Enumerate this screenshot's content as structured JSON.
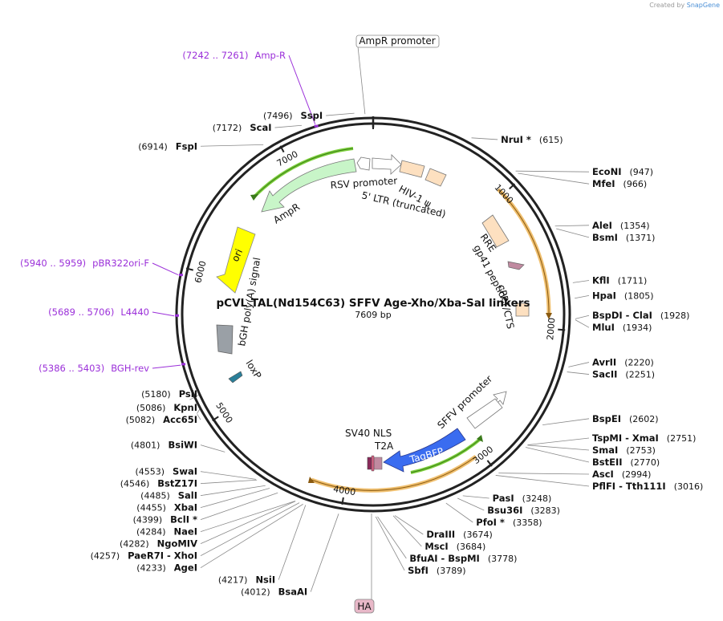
{
  "watermark": {
    "created_by": "Created by",
    "brand": "SnapGene"
  },
  "plasmid": {
    "name": "pCVL TAL(Nd154C63) SFFV Age-Xho/Xba-Sal linkers",
    "length": "7609 bp",
    "length_value": 7609
  },
  "colors": {
    "backbone": "#222222",
    "primer": "#9b30d9",
    "site_line": "#777777",
    "ampr": "#c8f5c8",
    "ori": "#ffff00",
    "bluefp": "#3a6cf0",
    "ltr": "#fde0c0",
    "orange_band": "#f0a830",
    "green_band": "#7cd03a"
  },
  "tick_labels": [
    {
      "pos": 1000,
      "text": "1000"
    },
    {
      "pos": 2000,
      "text": "2000"
    },
    {
      "pos": 3000,
      "text": "3000"
    },
    {
      "pos": 4000,
      "text": "4000"
    },
    {
      "pos": 5000,
      "text": "5000"
    },
    {
      "pos": 6000,
      "text": "6000"
    },
    {
      "pos": 7000,
      "text": "7000"
    }
  ],
  "enzymes": [
    {
      "pos": 615,
      "name": "NruI *",
      "coord": "(615)"
    },
    {
      "pos": 947,
      "name": "EcoNI",
      "coord": "(947)"
    },
    {
      "pos": 966,
      "name": "MfeI",
      "coord": "(966)"
    },
    {
      "pos": 1354,
      "name": "AleI",
      "coord": "(1354)"
    },
    {
      "pos": 1371,
      "name": "BsmI",
      "coord": "(1371)"
    },
    {
      "pos": 1711,
      "name": "KflI",
      "coord": "(1711)"
    },
    {
      "pos": 1805,
      "name": "HpaI",
      "coord": "(1805)"
    },
    {
      "pos": 1928,
      "name": "BspDI - ClaI",
      "coord": "(1928)"
    },
    {
      "pos": 1934,
      "name": "MluI",
      "coord": "(1934)"
    },
    {
      "pos": 2220,
      "name": "AvrII",
      "coord": "(2220)"
    },
    {
      "pos": 2251,
      "name": "SacII",
      "coord": "(2251)"
    },
    {
      "pos": 2602,
      "name": "BspEI",
      "coord": "(2602)"
    },
    {
      "pos": 2751,
      "name": "TspMI - XmaI",
      "coord": "(2751)"
    },
    {
      "pos": 2753,
      "name": "SmaI",
      "coord": "(2753)"
    },
    {
      "pos": 2770,
      "name": "BstEII",
      "coord": "(2770)"
    },
    {
      "pos": 2994,
      "name": "AscI",
      "coord": "(2994)"
    },
    {
      "pos": 3016,
      "name": "PflFI - Tth111I",
      "coord": "(3016)"
    },
    {
      "pos": 3248,
      "name": "PasI",
      "coord": "(3248)"
    },
    {
      "pos": 3283,
      "name": "Bsu36I",
      "coord": "(3283)"
    },
    {
      "pos": 3358,
      "name": "PfoI *",
      "coord": "(3358)"
    },
    {
      "pos": 3674,
      "name": "DraIII",
      "coord": "(3674)"
    },
    {
      "pos": 3684,
      "name": "MscI",
      "coord": "(3684)"
    },
    {
      "pos": 3778,
      "name": "BfuAI - BspMI",
      "coord": "(3778)"
    },
    {
      "pos": 3789,
      "name": "SbfI",
      "coord": "(3789)"
    },
    {
      "pos": 4012,
      "name": "BsaAI",
      "coord": "(4012)"
    },
    {
      "pos": 4217,
      "name": "NsiI",
      "coord": "(4217)"
    },
    {
      "pos": 4233,
      "name": "AgeI",
      "coord": "(4233)"
    },
    {
      "pos": 4257,
      "name": "PaeR7I - XhoI",
      "coord": "(4257)"
    },
    {
      "pos": 4282,
      "name": "NgoMIV",
      "coord": "(4282)"
    },
    {
      "pos": 4284,
      "name": "NaeI",
      "coord": "(4284)"
    },
    {
      "pos": 4399,
      "name": "BclI *",
      "coord": "(4399)"
    },
    {
      "pos": 4455,
      "name": "XbaI",
      "coord": "(4455)"
    },
    {
      "pos": 4485,
      "name": "SalI",
      "coord": "(4485)"
    },
    {
      "pos": 4546,
      "name": "BstZ17I",
      "coord": "(4546)"
    },
    {
      "pos": 4553,
      "name": "SwaI",
      "coord": "(4553)"
    },
    {
      "pos": 4801,
      "name": "BsiWI",
      "coord": "(4801)"
    },
    {
      "pos": 5082,
      "name": "Acc65I",
      "coord": "(5082)"
    },
    {
      "pos": 5086,
      "name": "KpnI",
      "coord": "(5086)"
    },
    {
      "pos": 5180,
      "name": "PsiI",
      "coord": "(5180)"
    },
    {
      "pos": 6914,
      "name": "FspI",
      "coord": "(6914)"
    },
    {
      "pos": 7172,
      "name": "ScaI",
      "coord": "(7172)"
    },
    {
      "pos": 7496,
      "name": "SspI",
      "coord": "(7496)"
    }
  ],
  "primers": [
    {
      "pos": 7251,
      "name": "Amp-R",
      "coord": "(7242 .. 7261)"
    },
    {
      "pos": 5950,
      "name": "pBR322ori-F",
      "coord": "(5940 .. 5959)"
    },
    {
      "pos": 5698,
      "name": "L4440",
      "coord": "(5689 .. 5706)"
    },
    {
      "pos": 5395,
      "name": "BGH-rev",
      "coord": "(5386 .. 5403)"
    }
  ],
  "boxed_labels": [
    {
      "pos": 7560,
      "text": "AmpR promoter"
    },
    {
      "pos": 3812,
      "text": "HA"
    }
  ],
  "features": [
    {
      "text": "RSV promoter",
      "name": "rsv-promoter"
    },
    {
      "text": "5' LTR (truncated)",
      "name": "ltr-5-truncated"
    },
    {
      "text": "HIV-1 ψ",
      "name": "hiv1-psi"
    },
    {
      "text": "RRE",
      "name": "rre"
    },
    {
      "text": "gp41 peptide",
      "name": "gp41-peptide"
    },
    {
      "text": "cPPT/CTS",
      "name": "cppt-cts"
    },
    {
      "text": "AmpR",
      "name": "ampr"
    },
    {
      "text": "ori",
      "name": "ori"
    },
    {
      "text": "bGH poly(A) signal",
      "name": "bgh-polya-signal"
    },
    {
      "text": "loxP",
      "name": "loxp"
    },
    {
      "text": "SFFV promoter",
      "name": "sffv-promoter"
    },
    {
      "text": "TagBFP",
      "name": "tagbfp"
    },
    {
      "text": "SV40 NLS",
      "name": "sv40-nls"
    },
    {
      "text": "T2A",
      "name": "t2a"
    }
  ]
}
